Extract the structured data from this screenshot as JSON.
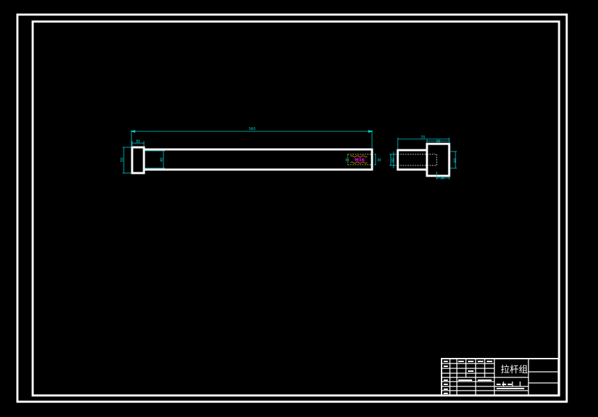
{
  "drawing": {
    "title": "拉杆组",
    "colors": {
      "background": "#000000",
      "outline": "#ffffff",
      "dimension": "#00d7d7",
      "thread_label": "#ff00ff",
      "hidden_line": "#7fbf3f"
    }
  },
  "views": {
    "rod": {
      "overall_length": "560",
      "head_length": "30",
      "head_diameter": "50",
      "shaft_diameter": "40",
      "thread_label": "M16",
      "thread_depth": "30",
      "thread_right_dim": "30"
    },
    "nut": {
      "overall_length": "70",
      "flange_length": "30",
      "inner_diameter": "40",
      "outer_diameter": "60",
      "bottom_dim": "30"
    }
  }
}
